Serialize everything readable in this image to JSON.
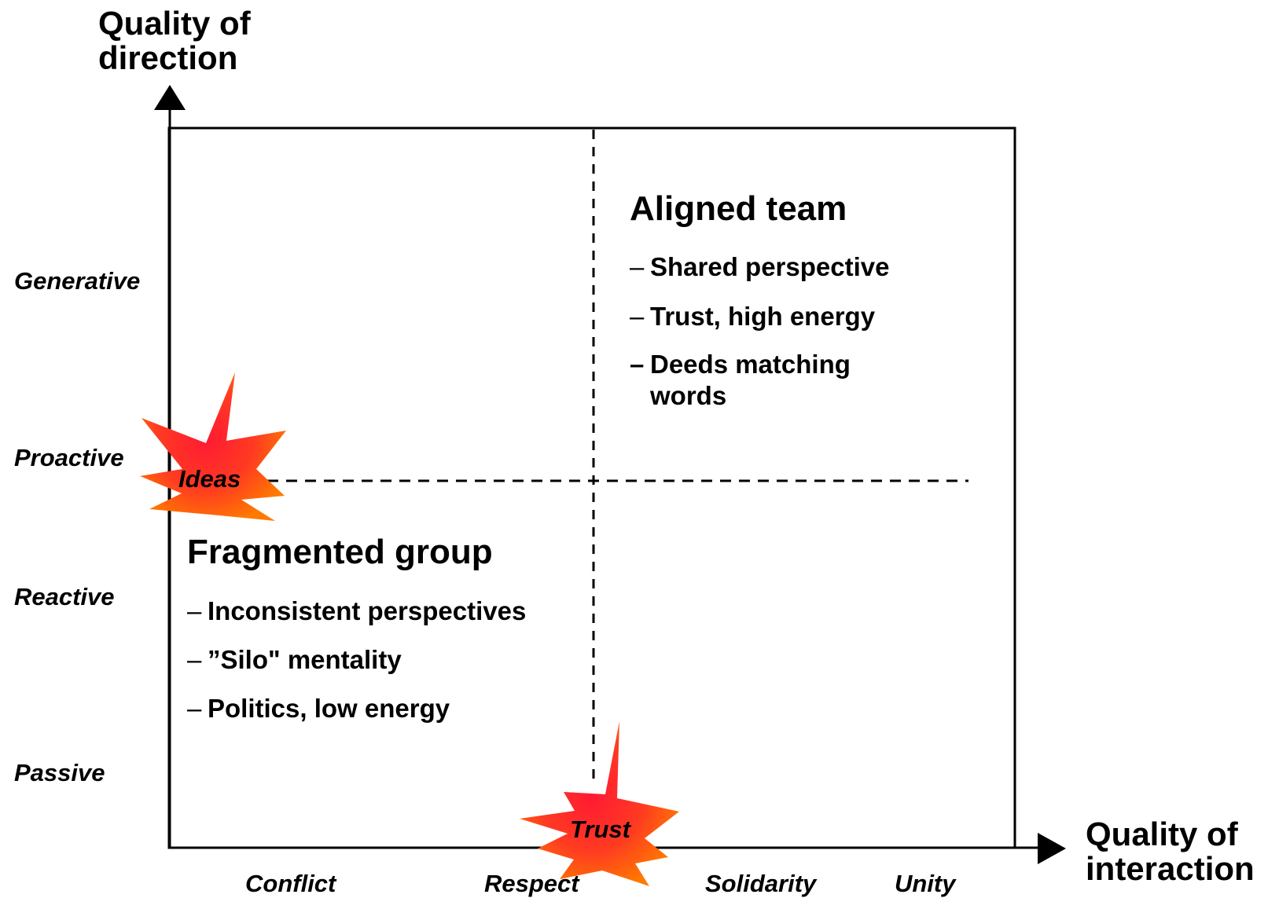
{
  "y_axis": {
    "title_line1": "Quality of",
    "title_line2": "direction",
    "levels": [
      "Generative",
      "Proactive",
      "Reactive",
      "Passive"
    ]
  },
  "x_axis": {
    "title_line1": "Quality of",
    "title_line2": "interaction",
    "levels": [
      "Conflict",
      "Respect",
      "Solidarity",
      "Unity"
    ]
  },
  "quadrants": {
    "aligned": {
      "title": "Aligned team",
      "items": [
        "Shared perspective",
        "Trust, high energy",
        "Deeds matching",
        "words"
      ]
    },
    "fragmented": {
      "title": "Fragmented group",
      "items": [
        "Inconsistent perspectives",
        "”Silo\" mentality",
        "Politics, low energy"
      ]
    }
  },
  "dashes": {
    "thin": "–",
    "bold": "–"
  },
  "bursts": {
    "ideas": "Ideas",
    "trust": "Trust"
  },
  "colors": {
    "burst_outer": "#ff6a00",
    "burst_inner": "#ff1a33",
    "line": "#000000"
  }
}
